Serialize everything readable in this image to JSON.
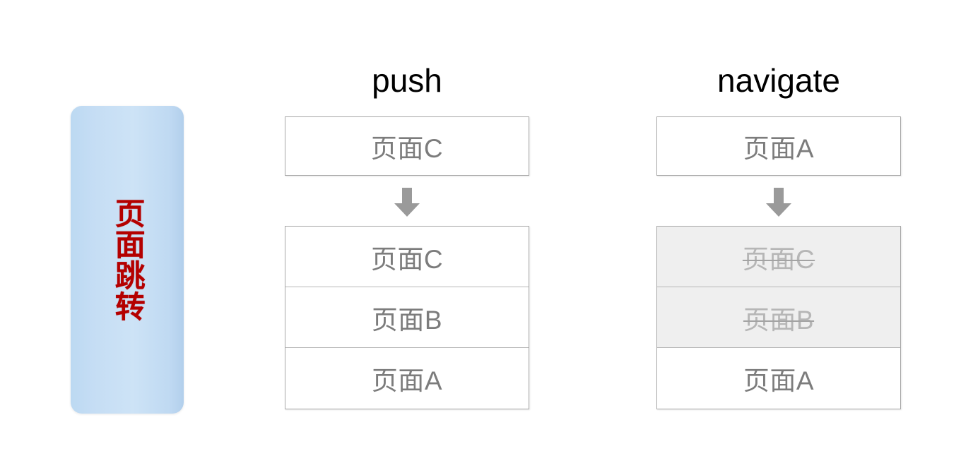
{
  "diagram": {
    "title_label": "页面跳转",
    "accent_color": "#b40000",
    "panel_color": "#c5ddf4",
    "box_border_color": "#a8a8a8",
    "text_color": "#7c7c7c",
    "discarded_text_color": "#b6b6b6",
    "discarded_bg_color": "#efefef",
    "arrow_color": "#9a9a9a",
    "arrow_icon": "arrow-down-icon"
  },
  "columns": [
    {
      "key": "push",
      "title": "push",
      "before": {
        "rows": [
          {
            "label": "页面C",
            "discarded": false
          }
        ]
      },
      "after": {
        "rows": [
          {
            "label": "页面C",
            "discarded": false
          },
          {
            "label": "页面B",
            "discarded": false
          },
          {
            "label": "页面A",
            "discarded": false
          }
        ]
      }
    },
    {
      "key": "navigate",
      "title": "navigate",
      "before": {
        "rows": [
          {
            "label": "页面A",
            "discarded": false
          }
        ]
      },
      "after": {
        "rows": [
          {
            "label": "页面C",
            "discarded": true
          },
          {
            "label": "页面B",
            "discarded": true
          },
          {
            "label": "页面A",
            "discarded": false
          }
        ]
      }
    }
  ]
}
